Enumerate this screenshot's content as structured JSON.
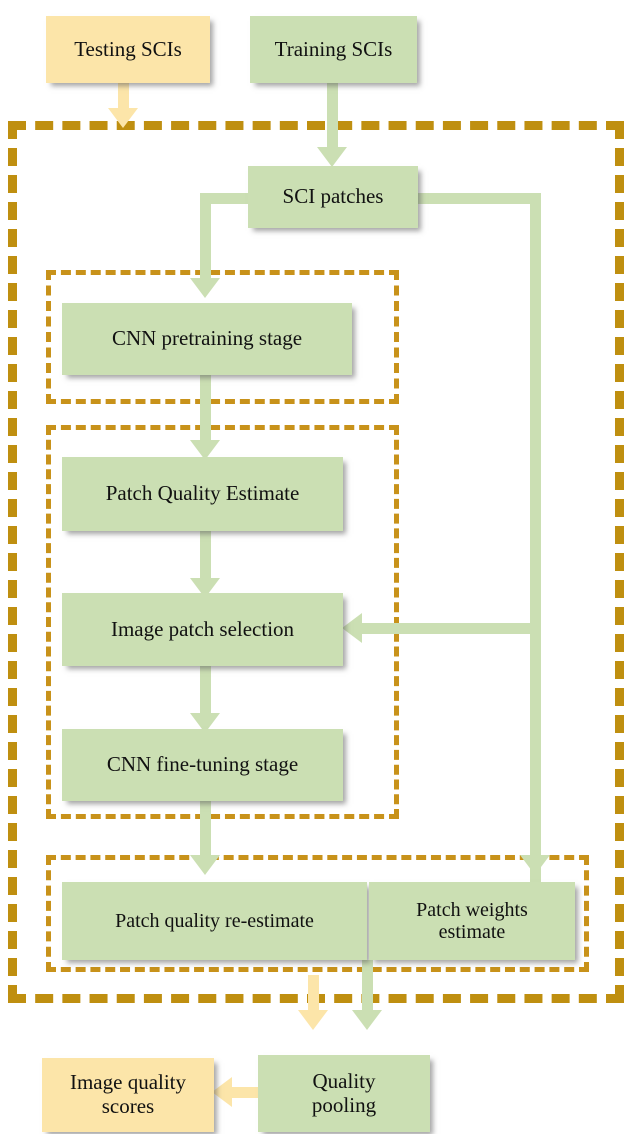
{
  "diagram": {
    "title": "SCI quality assessment CNN pipeline flowchart",
    "colors": {
      "green_fill": "#cbdfb3",
      "yellow_fill": "#fce5a9",
      "dashed_gold": "#bf8f10",
      "text": "#111111",
      "background": "#ffffff"
    },
    "nodes": [
      {
        "id": "testing-scis",
        "label": "Testing SCIs",
        "fill": "yellow"
      },
      {
        "id": "training-scis",
        "label": "Training SCIs",
        "fill": "green"
      },
      {
        "id": "sci-patches",
        "label": "SCI patches",
        "fill": "green"
      },
      {
        "id": "cnn-pretraining-stage",
        "label": "CNN pretraining stage",
        "fill": "green"
      },
      {
        "id": "patch-quality-estimate",
        "label": "Patch Quality Estimate",
        "fill": "green"
      },
      {
        "id": "image-patch-selection",
        "label": "Image patch selection",
        "fill": "green"
      },
      {
        "id": "cnn-fine-tuning-stage",
        "label": "CNN fine-tuning stage",
        "fill": "green"
      },
      {
        "id": "patch-quality-re-estimate",
        "label": "Patch quality re-estimate",
        "fill": "green"
      },
      {
        "id": "patch-weights-estimate",
        "label": "Patch weights estimate",
        "fill": "green"
      },
      {
        "id": "quality-pooling",
        "label": "Quality pooling",
        "fill": "green"
      },
      {
        "id": "image-quality-scores",
        "label": "Image quality scores",
        "fill": "yellow"
      }
    ],
    "groups": [
      {
        "id": "outer-frame",
        "style": "dashed"
      },
      {
        "id": "pretraining-group-frame",
        "style": "dashed"
      },
      {
        "id": "finetuning-group-frame",
        "style": "dashed"
      },
      {
        "id": "output-group-frame",
        "style": "dashed"
      }
    ],
    "edges": [
      {
        "from": "testing-scis",
        "to": "quality-pooling",
        "color": "yellow"
      },
      {
        "from": "training-scis",
        "to": "sci-patches",
        "color": "green"
      },
      {
        "from": "sci-patches",
        "to": "cnn-pretraining-stage",
        "color": "green"
      },
      {
        "from": "cnn-pretraining-stage",
        "to": "patch-quality-estimate",
        "color": "green"
      },
      {
        "from": "patch-quality-estimate",
        "to": "image-patch-selection",
        "color": "green"
      },
      {
        "from": "sci-patches",
        "to": "image-patch-selection",
        "color": "green"
      },
      {
        "from": "image-patch-selection",
        "to": "cnn-fine-tuning-stage",
        "color": "green"
      },
      {
        "from": "cnn-fine-tuning-stage",
        "to": "patch-quality-re-estimate",
        "color": "green"
      },
      {
        "from": "sci-patches",
        "to": "patch-weights-estimate",
        "color": "green"
      },
      {
        "from": "patch-weights-estimate",
        "to": "quality-pooling",
        "color": "green"
      },
      {
        "from": "quality-pooling",
        "to": "image-quality-scores",
        "color": "yellow"
      }
    ]
  },
  "labels": {
    "testing_scis": "Testing SCIs",
    "training_scis": "Training SCIs",
    "sci_patches": "SCI patches",
    "cnn_pretraining_stage": "CNN pretraining stage",
    "patch_quality_estimate": "Patch Quality Estimate",
    "image_patch_selection": "Image patch selection",
    "cnn_fine_tuning_stage": "CNN fine-tuning stage",
    "patch_quality_re_estimate": "Patch quality re-estimate",
    "patch_weights_estimate_line1": "Patch weights",
    "patch_weights_estimate_line2": "estimate",
    "quality_pooling_line1": "Quality",
    "quality_pooling_line2": "pooling",
    "image_quality_scores_line1": "Image quality",
    "image_quality_scores_line2": "scores"
  }
}
